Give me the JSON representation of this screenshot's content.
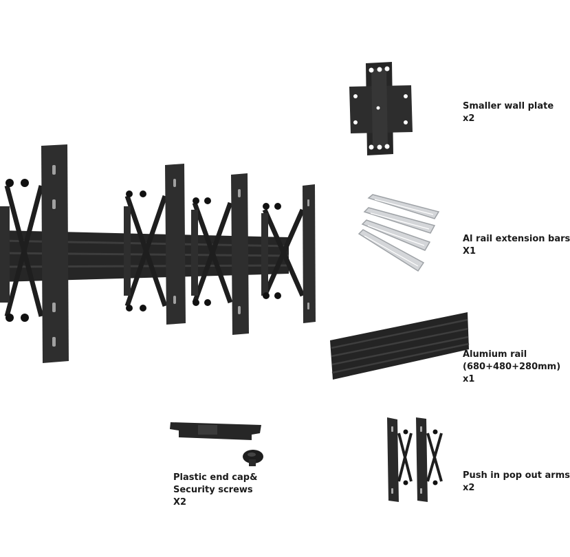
{
  "parts": [
    {
      "id": "wall-plate",
      "name": "Smaller wall plate",
      "qty": "x2"
    },
    {
      "id": "extension-bars",
      "name": "Al rail extension bars",
      "qty": "X1"
    },
    {
      "id": "alu-rail",
      "name": "Alumium rail",
      "detail": "(680+480+280mm)",
      "qty": "x1"
    },
    {
      "id": "end-cap",
      "name": "Plastic end cap&",
      "detail": "Security screws",
      "qty": "X2"
    },
    {
      "id": "pop-out-arms",
      "name": "Push in pop out arms",
      "qty": "x2"
    }
  ],
  "colors": {
    "metal": "#2b2b2b",
    "metal_dark": "#1a1a1a",
    "aluminium": "#d4d6d9",
    "text": "#1a1a1a"
  }
}
